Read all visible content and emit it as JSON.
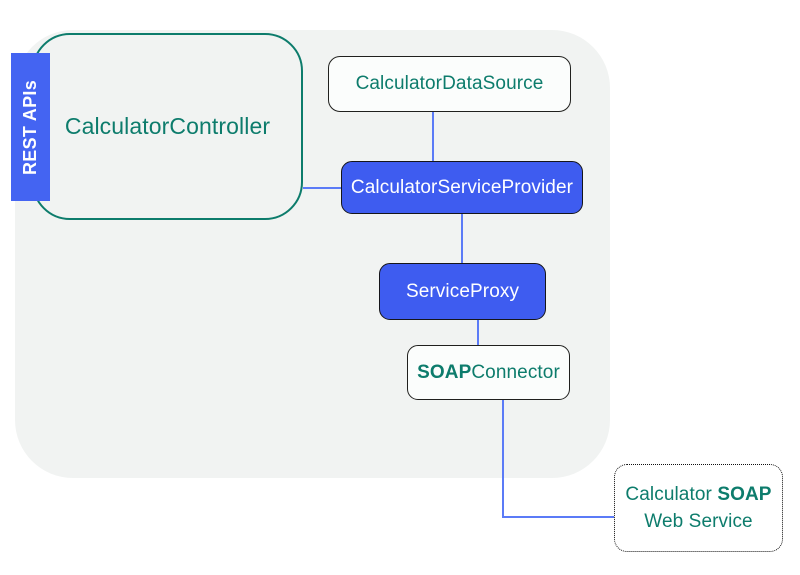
{
  "colors": {
    "page_background": "#ffffff",
    "panel_background": "#f1f3f2",
    "teal_accent": "#0d7c6c",
    "blue_node_fill": "#3e5cf0",
    "ribbon_blue": "#4464f2",
    "connector_blue": "#5b7bf7",
    "dark_border": "#20201e"
  },
  "ribbon": {
    "label": "REST APIs"
  },
  "nodes": {
    "controller": {
      "label": "CalculatorController"
    },
    "datasource": {
      "label": "CalculatorDataSource"
    },
    "provider": {
      "label": "CalculatorServiceProvider"
    },
    "proxy": {
      "label": "ServiceProxy"
    },
    "soap_connector": {
      "label_bold": "SOAP",
      "label_rest": "Connector"
    },
    "web_service": {
      "line1_regular": "Calculator ",
      "line1_bold": "SOAP",
      "line2": "Web Service"
    }
  }
}
